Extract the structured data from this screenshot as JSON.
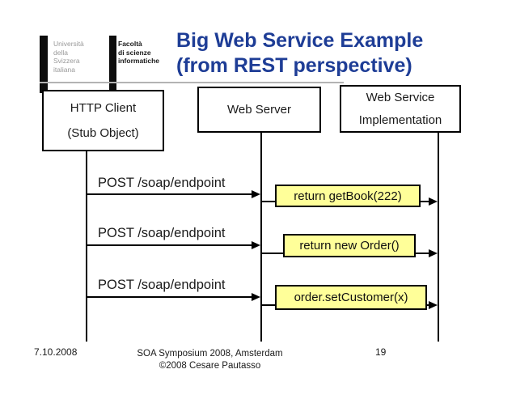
{
  "slide": {
    "logo": {
      "university": [
        "Università",
        "della",
        "Svizzera",
        "italiana"
      ],
      "faculty": [
        "Facoltà",
        "di scienze",
        "informatiche"
      ]
    },
    "title": {
      "line1": "Big Web Service Example",
      "line2": "(from REST perspective)"
    },
    "actors": [
      {
        "line1": "HTTP Client",
        "line2": "(Stub Object)"
      },
      {
        "line1": "Web Server"
      },
      {
        "line1": "Web Service",
        "line2": "Implementation"
      }
    ],
    "interactions": [
      {
        "request": "POST /soap/endpoint",
        "response": "return getBook(222)"
      },
      {
        "request": "POST /soap/endpoint",
        "response": "return new Order()"
      },
      {
        "request": "POST /soap/endpoint",
        "response": "order.setCustomer(x)"
      }
    ],
    "footer": {
      "date": "7.10.2008",
      "center_line1": "SOA Symposium 2008, Amsterdam",
      "center_line2": "©2008 Cesare Pautasso",
      "page": "19"
    },
    "colors": {
      "title_blue": "#1E3D96",
      "note_yellow": "#FFFF99",
      "logo_gray": "#999999",
      "rule_gray": "#B3B3B3"
    }
  }
}
